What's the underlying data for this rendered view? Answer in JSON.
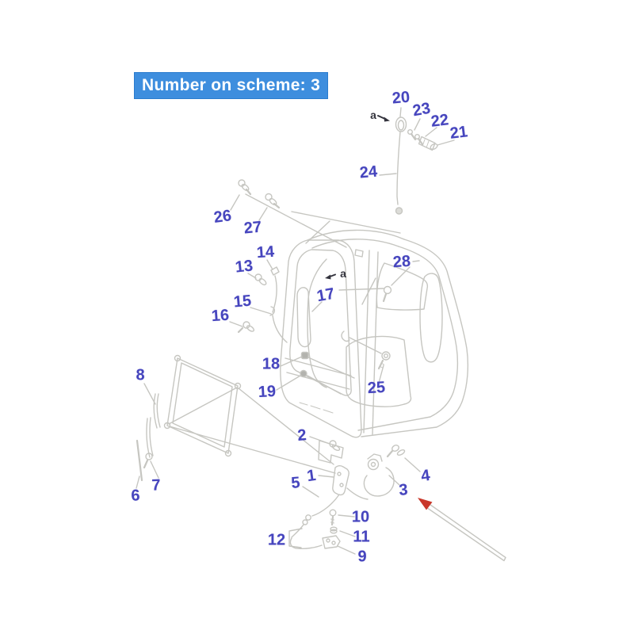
{
  "header": {
    "title": "Number on scheme: 3"
  },
  "colors": {
    "highlight_bg": "#3E8EDE",
    "highlight_border": "#2B7CCE",
    "highlight_text": "#FFFFFF",
    "callout_blue": "#4645BE",
    "line_gray": "#C6C6C1",
    "fitting_gray": "#B3B3AE",
    "annotation_dark": "#34343E",
    "arrow_red": "#C9372A"
  },
  "callouts": [
    {
      "id": "1",
      "label": "1"
    },
    {
      "id": "2",
      "label": "2"
    },
    {
      "id": "3",
      "label": "3"
    },
    {
      "id": "4",
      "label": "4"
    },
    {
      "id": "5",
      "label": "5"
    },
    {
      "id": "6",
      "label": "6"
    },
    {
      "id": "7",
      "label": "7"
    },
    {
      "id": "8",
      "label": "8"
    },
    {
      "id": "9",
      "label": "9"
    },
    {
      "id": "10",
      "label": "10"
    },
    {
      "id": "11",
      "label": "11"
    },
    {
      "id": "12",
      "label": "12"
    },
    {
      "id": "13",
      "label": "13"
    },
    {
      "id": "14",
      "label": "14"
    },
    {
      "id": "15",
      "label": "15"
    },
    {
      "id": "16",
      "label": "16"
    },
    {
      "id": "17",
      "label": "17"
    },
    {
      "id": "18",
      "label": "18"
    },
    {
      "id": "19",
      "label": "19"
    },
    {
      "id": "20",
      "label": "20"
    },
    {
      "id": "21",
      "label": "21"
    },
    {
      "id": "22",
      "label": "22"
    },
    {
      "id": "23",
      "label": "23"
    },
    {
      "id": "24",
      "label": "24"
    },
    {
      "id": "25",
      "label": "25"
    },
    {
      "id": "26",
      "label": "26"
    },
    {
      "id": "27",
      "label": "27"
    },
    {
      "id": "28",
      "label": "28"
    }
  ],
  "reference_marks": [
    {
      "id": "a-antenna",
      "label": "a"
    },
    {
      "id": "a-windshield",
      "label": "a"
    }
  ]
}
